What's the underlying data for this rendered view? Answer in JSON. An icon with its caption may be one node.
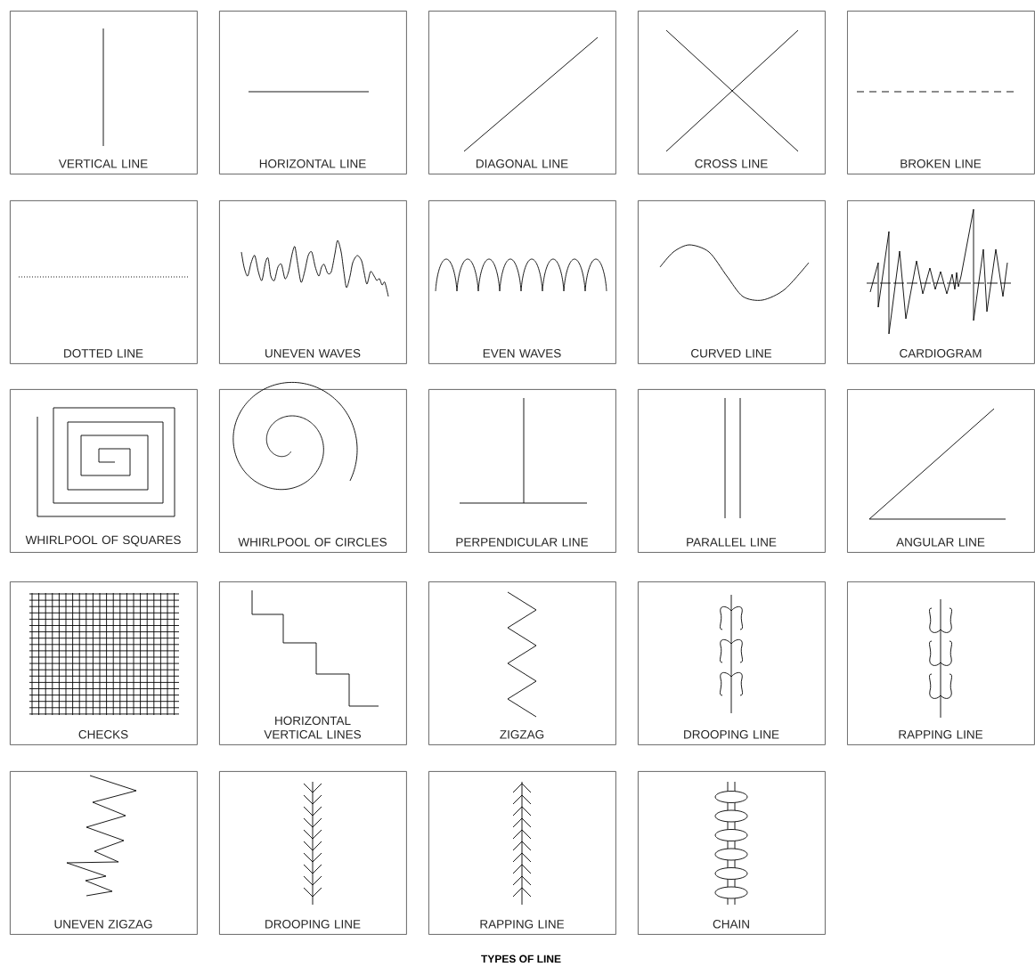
{
  "diagram": {
    "title": "TYPES OF LINE",
    "nodes": [
      {
        "text": [
          "VERTICAL LINE"
        ]
      },
      {
        "text": [
          "HORIZONTAL LINE"
        ]
      },
      {
        "text": [
          "DIAGONAL LINE"
        ]
      },
      {
        "text": [
          "CROSS LINE"
        ]
      },
      {
        "text": [
          "BROKEN LINE"
        ]
      },
      {
        "text": [
          "DOTTED LINE"
        ]
      },
      {
        "text": [
          "UNEVEN WAVES"
        ]
      },
      {
        "text": [
          "EVEN WAVES"
        ]
      },
      {
        "text": [
          "CURVED LINE"
        ]
      },
      {
        "text": [
          "CARDIOGRAM"
        ]
      },
      {
        "text": [
          "WHIRLPOOL OF SQUARES"
        ]
      },
      {
        "text": [
          "WHIRLPOOL OF CIRCLES"
        ]
      },
      {
        "text": [
          "PERPENDICULAR LINE"
        ]
      },
      {
        "text": [
          "PARALLEL LINE"
        ]
      },
      {
        "text": [
          "ANGULAR LINE"
        ]
      },
      {
        "text": [
          "CHECKS"
        ]
      },
      {
        "text": [
          "HORIZONTAL VERTICAL LINES"
        ]
      },
      {
        "text": [
          "ZIGZAG"
        ]
      },
      {
        "text": [
          "DROOPING LINE"
        ]
      },
      {
        "text": [
          "RAPPING LINE"
        ]
      },
      {
        "text": [
          "UNEVEN ZIGZAG"
        ]
      },
      {
        "text": [
          "DROOPING LINE"
        ]
      },
      {
        "text": [
          "RAPPING LINE"
        ]
      },
      {
        "text": [
          "CHAIN"
        ]
      }
    ]
  }
}
